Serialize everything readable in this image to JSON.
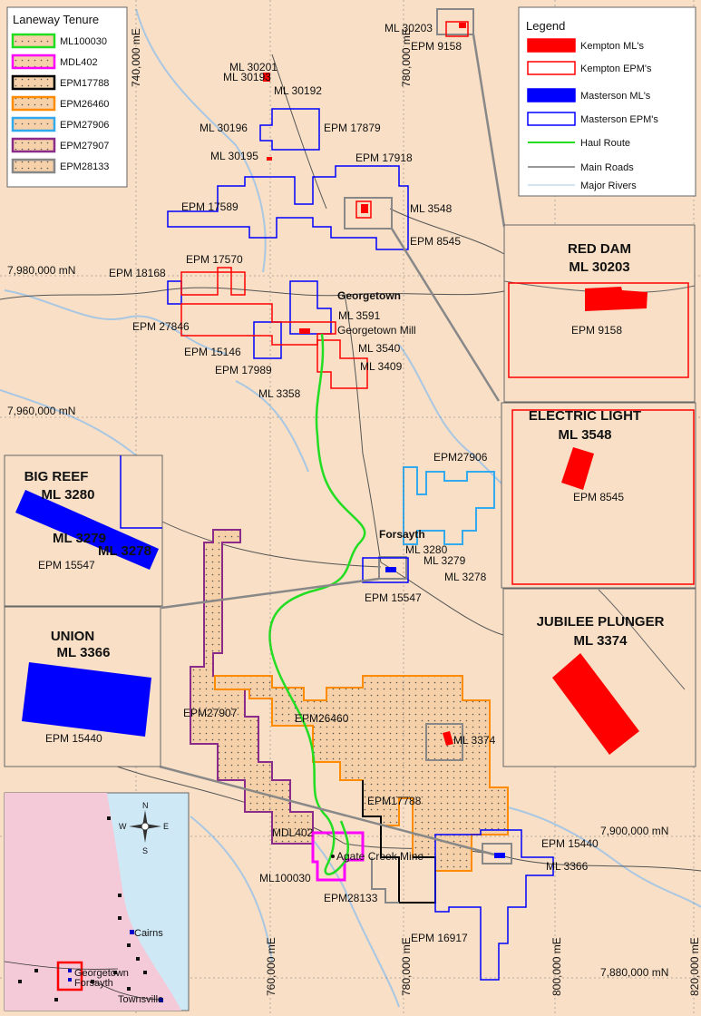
{
  "colors": {
    "land": "#f8dfc6",
    "sea": "#cfe8f6",
    "inset_land": "#f4c9d8",
    "kempton": "#ff0000",
    "masterson": "#0000ff",
    "haul": "#22dd22",
    "road": "#555555",
    "river": "#a9c7e2",
    "EPM26460": "#ff8c00",
    "EPM27906": "#33aaee",
    "EPM27907": "#8b2c8b",
    "EPM28133": "#888888",
    "EPM17788": "#000000",
    "MDL402": "#ff00ff",
    "ML100030": "#22dd22"
  },
  "tenure_legend": {
    "title": "Laneway Tenure",
    "items": [
      {
        "label": "ML100030",
        "color": "#22dd22"
      },
      {
        "label": "MDL402",
        "color": "#ff00ff"
      },
      {
        "label": "EPM17788",
        "color": "#000000"
      },
      {
        "label": "EPM26460",
        "color": "#ff8c00"
      },
      {
        "label": "EPM27906",
        "color": "#33aaee"
      },
      {
        "label": "EPM27907",
        "color": "#8b2c8b"
      },
      {
        "label": "EPM28133",
        "color": "#888888"
      }
    ]
  },
  "main_legend": {
    "title": "Legend",
    "items": [
      {
        "label": "Kempton ML's",
        "kind": "fill",
        "color": "#ff0000"
      },
      {
        "label": "Kempton EPM's",
        "kind": "outline",
        "color": "#ff0000"
      },
      {
        "label": "Masterson ML's",
        "kind": "fill",
        "color": "#0000ff"
      },
      {
        "label": "Masterson EPM's",
        "kind": "outline",
        "color": "#0000ff"
      },
      {
        "label": "Haul Route",
        "kind": "line",
        "color": "#22dd22"
      },
      {
        "label": "Main Roads",
        "kind": "line",
        "color": "#333333"
      },
      {
        "label": "Major Rivers",
        "kind": "line",
        "color": "#a9c7e2"
      }
    ]
  },
  "grid": {
    "x_labels": [
      "740,000 mE",
      "760,000 mE",
      "780,000 mE",
      "800,000 mE",
      "820,000 mE"
    ],
    "y_labels": [
      "7,980,000 mN",
      "7,960,000 mN",
      "7,900,000 mN",
      "7,880,000 mN"
    ]
  },
  "tenement_labels": [
    "ML 30203",
    "EPM 9158",
    "ML 30201",
    "ML 30193",
    "ML 30192",
    "ML 30196",
    "EPM 17879",
    "ML 30195",
    "EPM 17918",
    "EPM 17589",
    "ML 3548",
    "EPM 8545",
    "EPM 17570",
    "EPM 18168",
    "EPM 27846",
    "ML 3591",
    "Georgetown Mill",
    "ML 3540",
    "EPM 15146",
    "ML 3409",
    "EPM 17989",
    "ML 3358",
    "EPM27906",
    "ML 3280",
    "ML 3279",
    "ML 3278",
    "EPM 15547",
    "EPM27907",
    "EPM26460",
    "ML 3374",
    "EPM17788",
    "MDL402",
    "EPM 15440",
    "ML 3366",
    "ML100030",
    "EPM28133",
    "EPM 16917"
  ],
  "towns": {
    "georgetown": "Georgetown",
    "forsayth": "Forsayth",
    "agate_creek": "Agate Creek Mine"
  },
  "insets": {
    "red_dam": {
      "title1": "RED DAM",
      "title2": "ML 30203",
      "epm": "EPM 9158"
    },
    "electric_light": {
      "title1": "ELECTRIC LIGHT",
      "title2": "ML 3548",
      "epm": "EPM 8545"
    },
    "jubilee": {
      "title1": "JUBILEE PLUNGER",
      "title2": "ML 3374"
    },
    "big_reef": {
      "title1": "BIG REEF",
      "title2": "ML 3280",
      "ml1": "ML 3279",
      "ml2": "ML 3278",
      "epm": "EPM 15547"
    },
    "union": {
      "title1": "UNION",
      "title2": "ML 3366",
      "epm": "EPM 15440"
    }
  },
  "locator": {
    "compass": [
      "N",
      "S",
      "E",
      "W"
    ],
    "towns": [
      "Cairns",
      "Georgetown",
      "Forsayth",
      "Townsville"
    ]
  }
}
